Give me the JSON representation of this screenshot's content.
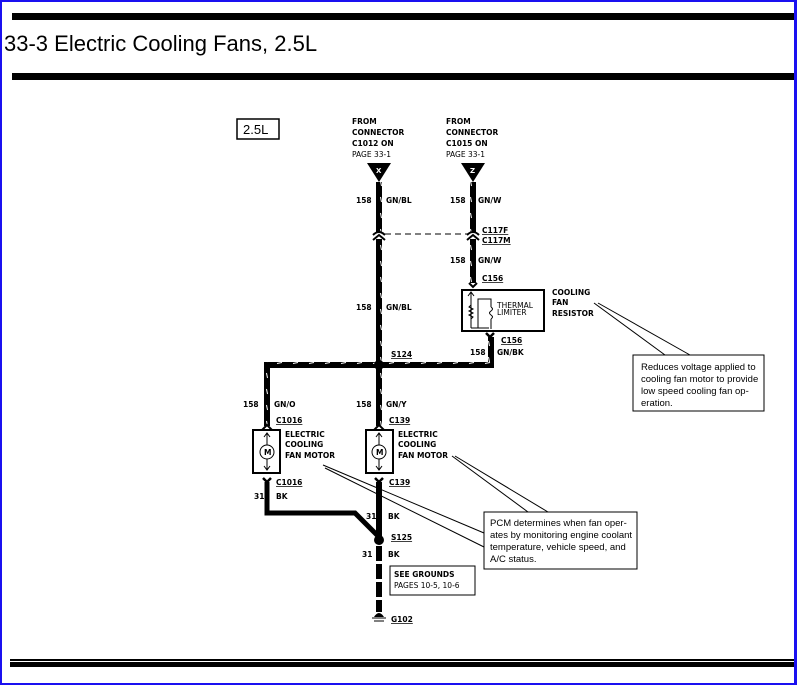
{
  "page": {
    "title": "33-3 Electric Cooling Fans, 2.5L",
    "engine_tag": "2.5L"
  },
  "sources": [
    {
      "line1": "FROM",
      "line2": "CONNECTOR",
      "line3": "C1012 ON",
      "line4": "PAGE 33-1",
      "pin": "X"
    },
    {
      "line1": "FROM",
      "line2": "CONNECTOR",
      "line3": "C1015 ON",
      "line4": "PAGE 33-1",
      "pin": "Z"
    }
  ],
  "wires": {
    "x_upper": {
      "circuit": "158",
      "color": "GN/BL"
    },
    "x_lower": {
      "circuit": "158",
      "color": "GN/BL"
    },
    "z_upper": {
      "circuit": "158",
      "color": "GN/W"
    },
    "z_mid": {
      "circuit": "158",
      "color": "GN/W"
    },
    "resistor_out": {
      "circuit": "158",
      "color": "GN/BK"
    },
    "left_motor_in": {
      "circuit": "158",
      "color": "GN/O"
    },
    "right_motor_in": {
      "circuit": "158",
      "color": "GN/Y"
    },
    "left_ground": {
      "circuit": "31",
      "color": "BK"
    },
    "right_ground": {
      "circuit": "31",
      "color": "BK"
    },
    "main_ground": {
      "circuit": "31",
      "color": "BK"
    }
  },
  "connectors": {
    "c117f": "C117F",
    "c117m": "C117M",
    "c156_top": "C156",
    "c156_bottom": "C156",
    "c1016_top": "C1016",
    "c1016_bottom": "C1016",
    "c139_top": "C139",
    "c139_bottom": "C139"
  },
  "splices": {
    "s124": "S124",
    "s125": "S125"
  },
  "ground": {
    "id": "G102",
    "see_line1": "SEE   GROUNDS",
    "see_line2": "PAGES 10-5, 10-6"
  },
  "components": {
    "resistor": {
      "line1": "COOLING",
      "line2": "FAN",
      "line3": "RESISTOR",
      "inner1": "THERMAL",
      "inner2": "LIMITER"
    },
    "motor_left": {
      "line1": "ELECTRIC",
      "line2": "COOLING",
      "line3": "FAN MOTOR",
      "symbol": "M"
    },
    "motor_right": {
      "line1": "ELECTRIC",
      "line2": "COOLING",
      "line3": "FAN MOTOR",
      "symbol": "M"
    }
  },
  "notes": {
    "resistor_note": [
      "Reduces voltage applied to",
      "cooling fan motor to provide",
      "low speed cooling fan op-",
      "eration."
    ],
    "pcm_note": [
      "PCM determines when fan oper-",
      "ates by monitoring engine coolant",
      "temperature, vehicle speed, and",
      "A/C status."
    ]
  }
}
